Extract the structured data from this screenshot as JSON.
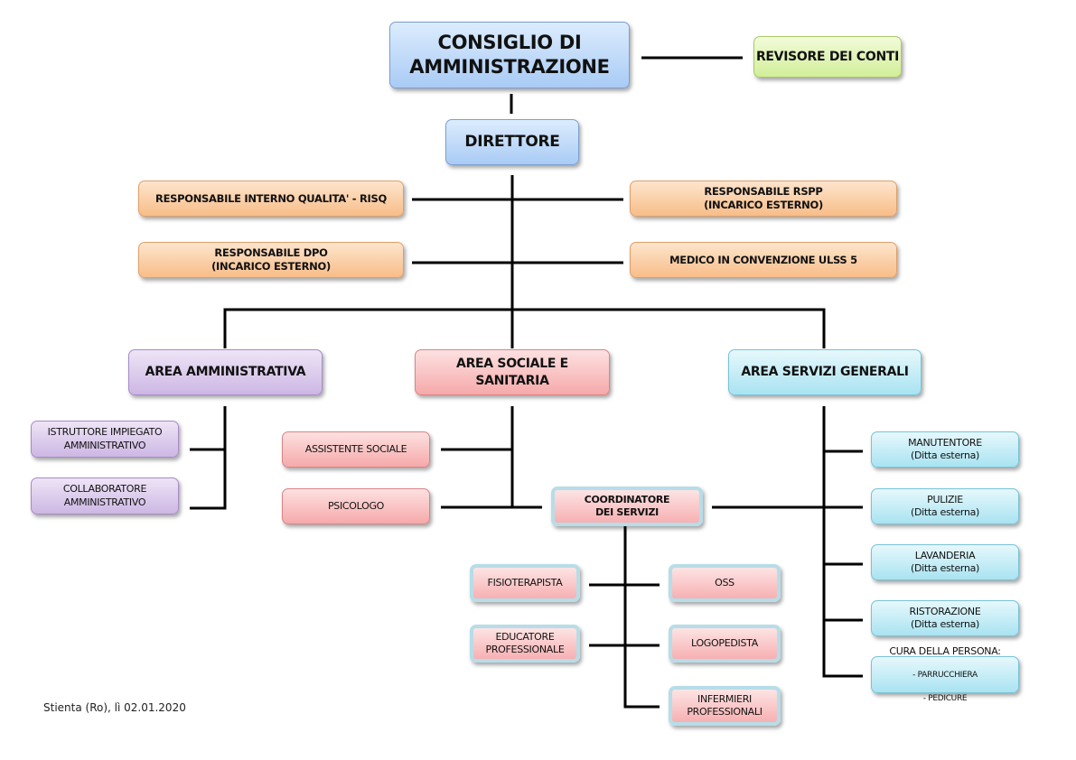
{
  "title_node": "CONSIGLIO DI\nAMMINISTRAZIONE",
  "auditor": "REVISORE DEI CONTI",
  "director": "DIRETTORE",
  "staff": {
    "quality": "RESPONSABILE INTERNO QUALITA' - RISQ",
    "rspp": "RESPONSABILE RSPP\n(INCARICO ESTERNO)",
    "dpo": "RESPONSABILE DPO\n(INCARICO ESTERNO)",
    "doctor": "MEDICO IN CONVENZIONE ULSS 5"
  },
  "areas": {
    "admin": {
      "label": "AREA AMMINISTRATIVA",
      "roles": [
        "ISTRUTTORE IMPIEGATO\nAMMINISTRATIVO",
        "COLLABORATORE\nAMMINISTRATIVO"
      ]
    },
    "social": {
      "label": "AREA SOCIALE E\nSANITARIA",
      "roles": [
        "ASSISTENTE SOCIALE",
        "PSICOLOGO"
      ],
      "coordinator": "COORDINATORE\nDEI SERVIZI",
      "coordinated": {
        "left": [
          "FISIOTERAPISTA",
          "EDUCATORE\nPROFESSIONALE"
        ],
        "right": [
          "OSS",
          "LOGOPEDISTA",
          "INFERMIERI\nPROFESSIONALI"
        ]
      }
    },
    "general": {
      "label": "AREA SERVIZI GENERALI",
      "services": [
        {
          "name": "MANUTENTORE",
          "note": "(Ditta esterna)"
        },
        {
          "name": "PULIZIE",
          "note": "(Ditta esterna)"
        },
        {
          "name": "LAVANDERIA",
          "note": "(Ditta esterna)"
        },
        {
          "name": "RISTORAZIONE",
          "note": "(Ditta esterna)"
        }
      ],
      "personal_care": {
        "name": "CURA DELLA PERSONA:",
        "items": [
          "- PARRUCCHIERA",
          "- PEDICURE"
        ]
      }
    }
  },
  "footer": "Stienta (Ro), lì 02.01.2020",
  "colors": {
    "governance": "#a9cbf5",
    "auditor": "#d2ee9a",
    "staff": "#f8bd88",
    "admin_area": "#cdb7e4",
    "social_area": "#f6a9aa",
    "general_area": "#a9e3f1",
    "connector": "#000000"
  }
}
